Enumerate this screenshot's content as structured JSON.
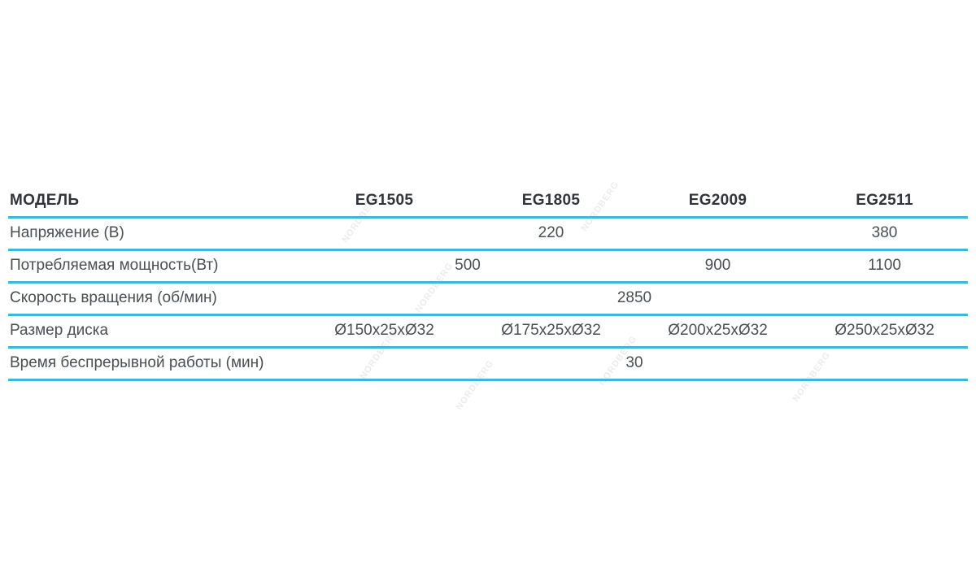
{
  "table": {
    "header": {
      "label": "МОДЕЛЬ",
      "models": [
        "EG1505",
        "EG1805",
        "EG2009",
        "EG2511"
      ]
    },
    "rows": [
      {
        "label": "Напряжение (В)",
        "cells": [
          {
            "value": "220",
            "span": 3
          },
          {
            "value": "380",
            "span": 1
          }
        ]
      },
      {
        "label": "Потребляемая мощность(Вт)",
        "cells": [
          {
            "value": "500",
            "span": 2
          },
          {
            "value": "900",
            "span": 1
          },
          {
            "value": "1100",
            "span": 1
          }
        ]
      },
      {
        "label": "Скорость вращения (об/мин)",
        "cells": [
          {
            "value": "2850",
            "span": 4
          }
        ]
      },
      {
        "label": "Размер диска",
        "cells": [
          {
            "value": "Ø150x25xØ32",
            "span": 1
          },
          {
            "value": "Ø175x25xØ32",
            "span": 1
          },
          {
            "value": "Ø200x25xØ32",
            "span": 1
          },
          {
            "value": "Ø250x25xØ32",
            "span": 1
          }
        ]
      },
      {
        "label": "Время беспрерывной работы (мин)",
        "cells": [
          {
            "value": "30",
            "span": 4
          }
        ]
      }
    ]
  },
  "watermark": {
    "text": "NORDBERG"
  },
  "colors": {
    "divider": "#41b6d8",
    "header_text": "#31353a",
    "body_text": "#4a4f55"
  }
}
